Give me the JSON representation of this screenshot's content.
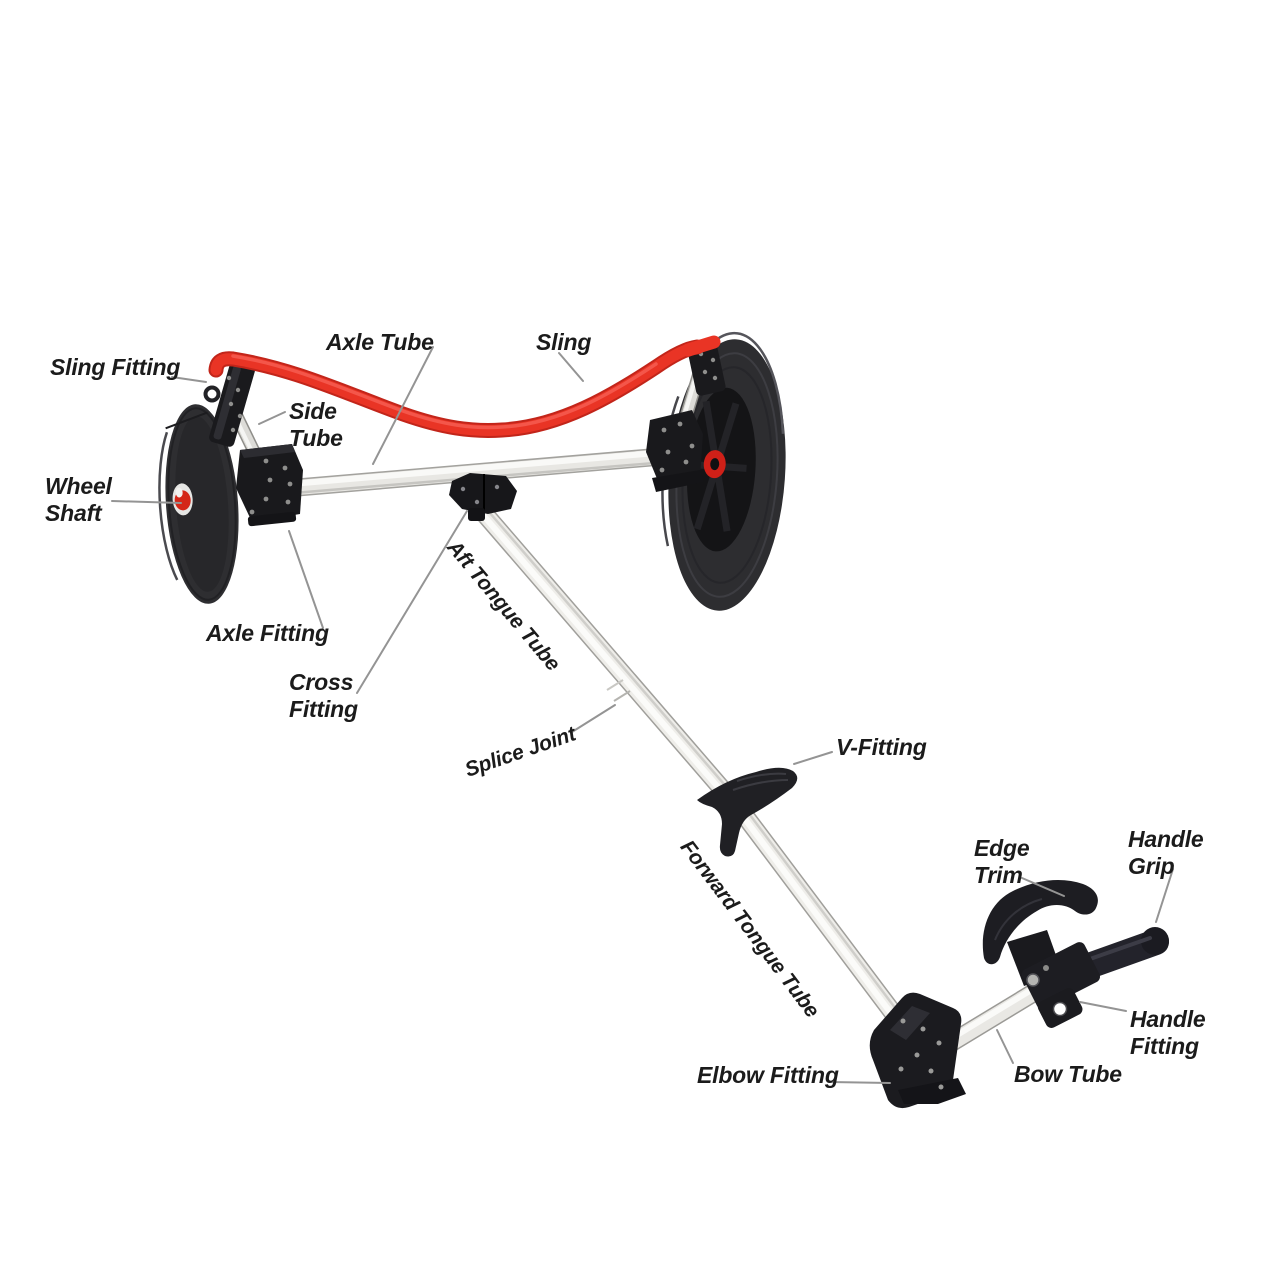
{
  "diagram": {
    "background": "#ffffff",
    "colors": {
      "label_text": "#1b1b1b",
      "leader_line": "#949494",
      "sling_red": "#e93425",
      "tube_silver": "#eeede9",
      "fitting_black": "#1b1b1f",
      "tire_charcoal": "#2d2d30",
      "hub_red": "#cf2018"
    },
    "labels": [
      {
        "id": "sling-fitting",
        "text": "Sling Fitting"
      },
      {
        "id": "axle-tube",
        "text": "Axle Tube"
      },
      {
        "id": "sling",
        "text": "Sling"
      },
      {
        "id": "side-tube",
        "text": "Side\nTube"
      },
      {
        "id": "wheel-shaft",
        "text": "Wheel\nShaft"
      },
      {
        "id": "axle-fitting",
        "text": "Axle Fitting"
      },
      {
        "id": "cross-fitting",
        "text": "Cross\nFitting"
      },
      {
        "id": "aft-tongue-tube",
        "text": "Aft Tongue Tube"
      },
      {
        "id": "splice-joint",
        "text": "Splice Joint"
      },
      {
        "id": "v-fitting",
        "text": "V-Fitting"
      },
      {
        "id": "forward-tongue-tube",
        "text": "Forward Tongue Tube"
      },
      {
        "id": "edge-trim",
        "text": "Edge\nTrim"
      },
      {
        "id": "handle-grip",
        "text": "Handle\nGrip"
      },
      {
        "id": "handle-fitting",
        "text": "Handle\nFitting"
      },
      {
        "id": "bow-tube",
        "text": "Bow Tube"
      },
      {
        "id": "elbow-fitting",
        "text": "Elbow Fitting"
      }
    ],
    "parts": [
      "left-wheel",
      "right-wheel",
      "sling-strap",
      "axle-tube",
      "side-tubes",
      "sling-fittings",
      "axle-fittings",
      "cross-fitting",
      "tongue-tube",
      "splice-joint",
      "v-fitting",
      "elbow-fitting",
      "bow-tube",
      "handle-fitting",
      "handle-grip",
      "edge-trim"
    ]
  }
}
